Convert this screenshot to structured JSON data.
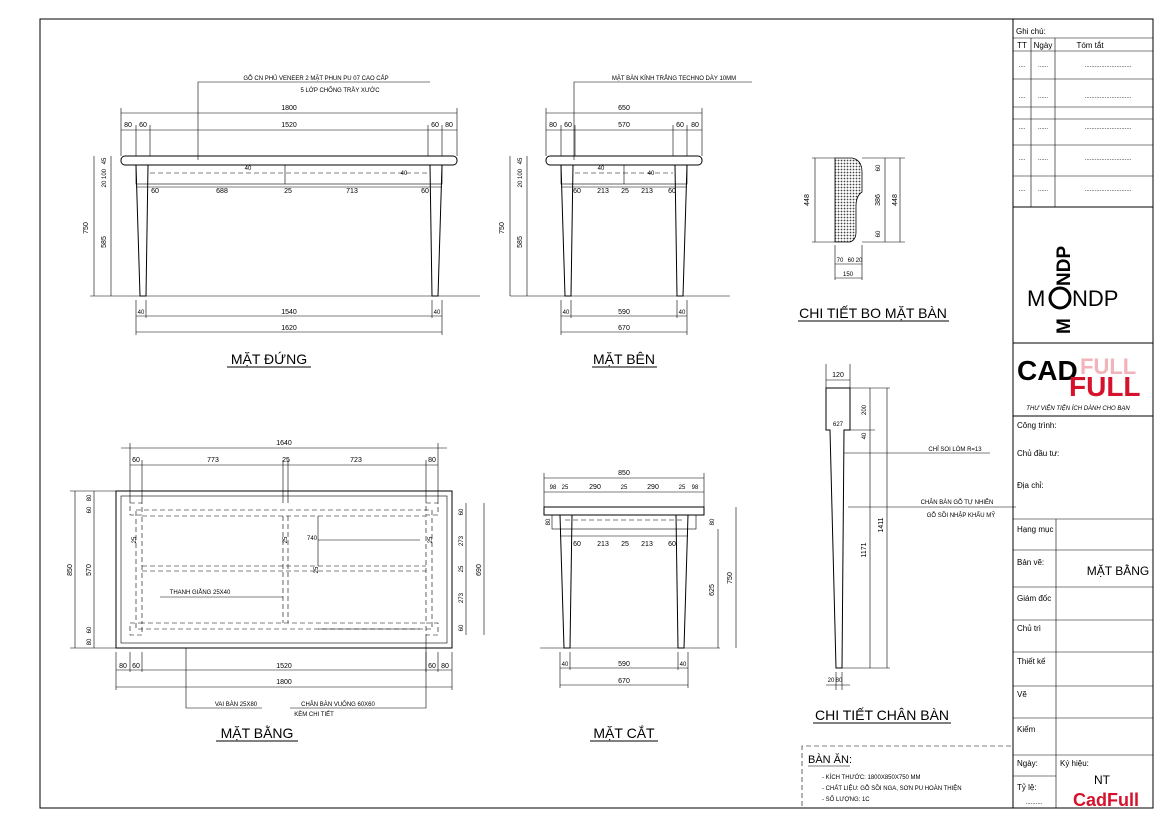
{
  "views": {
    "mat_dung": {
      "title": "MẶT ĐỨNG",
      "note1": "GỖ CN PHỦ VENEER 2 MẶT PHUN PU 07 CAO CẤP",
      "note2": "5 LỚP CHỐNG TRẦY XƯỚC",
      "d_1800": "1800",
      "d_80a": "80",
      "d_60a": "60",
      "d_1520": "1520",
      "d_60b": "60",
      "d_80b": "80",
      "d_688": "688",
      "d_25": "25",
      "d_713": "713",
      "d_60c": "60",
      "d_60d": "60",
      "d_40a": "40",
      "d_40b": "40",
      "d_45": "45",
      "d_100": "100",
      "d_20": "20",
      "d_750": "750",
      "d_585": "585",
      "d_1540": "1540",
      "d_40c": "40",
      "d_40d": "40",
      "d_1620": "1620"
    },
    "mat_ben": {
      "title": "MẶT BÊN",
      "note": "MẶT BÀN KÍNH TRẮNG TECHNO DÀY 10MM",
      "d_650": "650",
      "d_80a": "80",
      "d_60a": "60",
      "d_570": "570",
      "d_60b": "60",
      "d_80b": "80",
      "d_60c": "60",
      "d_213a": "213",
      "d_25": "25",
      "d_213b": "213",
      "d_60d": "60",
      "d_40a": "40",
      "d_40b": "40",
      "d_45": "45",
      "d_100": "100",
      "d_20": "20",
      "d_750": "750",
      "d_585": "585",
      "d_590": "590",
      "d_40c": "40",
      "d_40d": "40",
      "d_670": "670"
    },
    "bo_mat_ban": {
      "title": "CHI TIẾT BO MẶT BÀN",
      "d_448a": "448",
      "d_448b": "448",
      "d_386": "386",
      "d_60a": "60",
      "d_60b": "60",
      "d_70": "70",
      "d_60c": "60",
      "d_20": "20",
      "d_150": "150"
    },
    "chan_ban": {
      "title": "CHI TIẾT CHÂN BÀN",
      "note1": "CHỈ SOI LÒM R=13",
      "note2": "CHÂN BÀN GỖ TỰ NHIÊN",
      "note3": "GỖ SỒI NHẬP KHẨU MỸ",
      "d_120": "120",
      "d_200": "200",
      "d_40": "40",
      "d_1171": "1171",
      "d_1411": "1411",
      "d_20": "20",
      "d_80": "80",
      "d_627": "627"
    },
    "mat_bang": {
      "title": "MẶT BẰNG",
      "note1": "THANH GIẰNG 25X40",
      "note2": "VAI BÀN 25X80",
      "note3": "CHÂN BÀN VUÔNG 60X60",
      "note4": "KÈM CHI TIẾT",
      "d_1640": "1640",
      "d_60a": "60",
      "d_773": "773",
      "d_25a": "25",
      "d_723": "723",
      "d_80a": "80",
      "d_80l1": "80",
      "d_60l1": "60",
      "d_570": "570",
      "d_60l2": "60",
      "d_80l2": "80",
      "d_850": "850",
      "d_740": "740",
      "d_25b": "25",
      "d_25c": "25",
      "d_25d": "25",
      "d_25e": "25",
      "d_60r1": "60",
      "d_273a": "273",
      "d_25f": "25",
      "d_273b": "273",
      "d_60r2": "60",
      "d_690": "690",
      "d_80b": "80",
      "d_60b": "60",
      "d_1520": "1520",
      "d_60c": "60",
      "d_80c": "80",
      "d_1800": "1800"
    },
    "mat_cat": {
      "title": "MẶT CẮT",
      "d_850": "850",
      "d_98a": "98",
      "d_25a": "25",
      "d_290a": "290",
      "d_25b": "25",
      "d_290b": "290",
      "d_25c": "25",
      "d_98b": "98",
      "d_60a": "60",
      "d_213a": "213",
      "d_25d": "25",
      "d_213b": "213",
      "d_60b": "60",
      "d_80a": "80",
      "d_80b": "80",
      "d_625": "625",
      "d_750": "750",
      "d_40a": "40",
      "d_590": "590",
      "d_40b": "40",
      "d_670": "670"
    }
  },
  "notes_box": {
    "title": "BÀN ĂN:",
    "line1": "- KÍCH THƯỚC: 1800X850X750 MM",
    "line2": "- CHẤT LIỆU: GỖ SỒI NGA, SƠN PU HOÀN THIỆN",
    "line3": "- SỐ LƯỢNG: 1C"
  },
  "title_block": {
    "ghi_chu": "Ghi chú:",
    "col_tt": "TT",
    "col_ngay": "Ngày",
    "col_tomtat": "Tóm tắt",
    "dots_short": "....",
    "dots_mid": "......",
    "dots_long": "............................",
    "logo1_a": "M",
    "logo1_b": "NDP",
    "logo1_c": "MONDP",
    "logo2_a": "CAD",
    "logo2_b": "FULL",
    "logo2_sub": "THƯ VIỆN TIỆN ÍCH DÀNH CHO BẠN",
    "cong_trinh": "Công trình:",
    "chu_dau_tu": "Chủ đầu tư:",
    "dia_chi": "Địa chỉ:",
    "hang_muc": "Hạng mục",
    "ban_ve": "Bản vẽ:",
    "ban_ve_value": "MẶT BẰNG",
    "giam_doc": "Giám đốc",
    "chu_tri": "Chủ trì",
    "thiet_ke": "Thiết kế",
    "ve": "Vẽ",
    "kiem": "Kiểm",
    "ngay": "Ngày:",
    "ky_hieu": "Ký hiệu:",
    "ky_hieu_value": "NT",
    "ty_le": "Tỷ lệ:",
    "ty_le_value": "..........",
    "watermark": "CadFull"
  }
}
